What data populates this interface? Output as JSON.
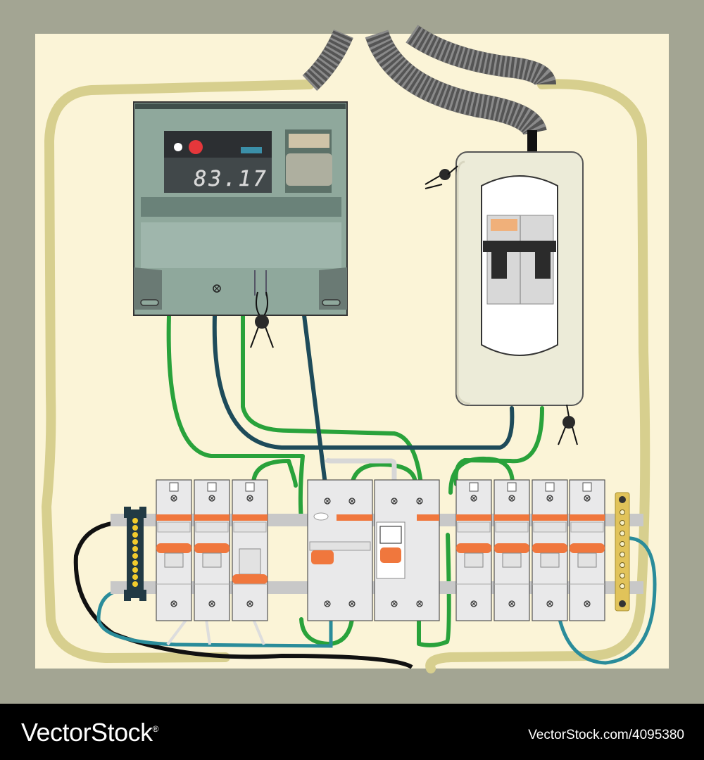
{
  "meter": {
    "display_reading": "83.17"
  },
  "footer": {
    "brand": "VectorStock",
    "registered_mark": "®",
    "stock_id": "VectorStock.com/4095380"
  },
  "colors": {
    "frame": "#a3a593",
    "board": "#fbf4d7",
    "conduit": "#d7cf8e",
    "meter_body": "#8fa89c",
    "breaker_body": "#e9e9ea",
    "breaker_orange": "#f0773d",
    "wire_green": "#29a23b",
    "wire_navy": "#1e4b5a",
    "wire_teal": "#2a8c9a",
    "wire_black": "#111111"
  }
}
